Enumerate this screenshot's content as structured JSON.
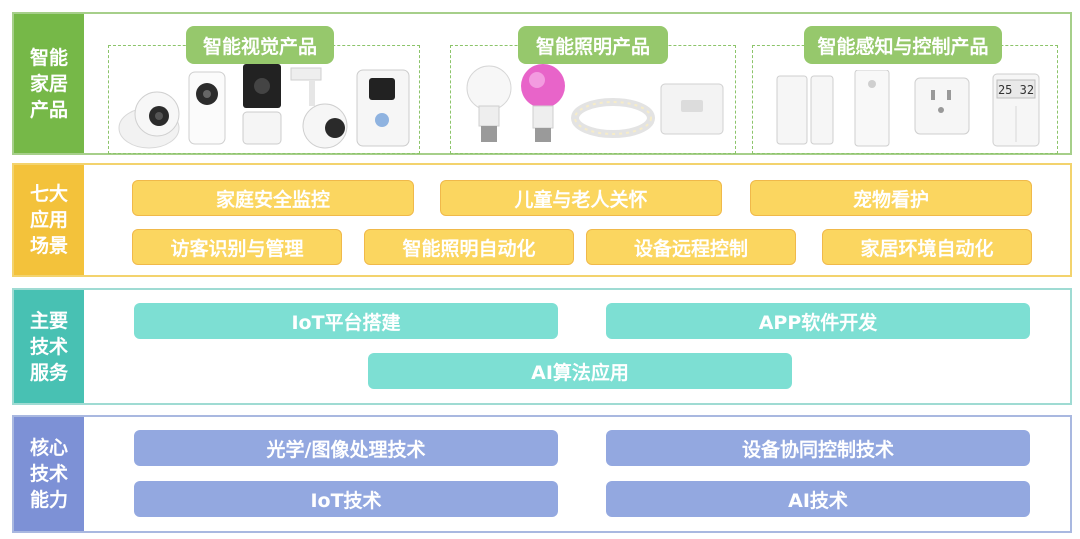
{
  "rows": {
    "products": {
      "label": "智能家居产品",
      "groups": [
        {
          "title": "智能视觉产品",
          "items": [
            "camera-icon",
            "camera-icon",
            "camera-icon",
            "camera-icon",
            "doorbell-icon"
          ]
        },
        {
          "title": "智能照明产品",
          "items": [
            "bulb-icon",
            "bulb-icon",
            "light-strip-icon",
            "light-panel-icon"
          ]
        },
        {
          "title": "智能感知与控制产品",
          "items": [
            "door-sensor-icon",
            "motion-sensor-icon",
            "smart-plug-icon",
            "thermostat-icon"
          ]
        }
      ],
      "thermostat_display": "25 32"
    },
    "scenarios": {
      "label": "七大应用场景",
      "items": [
        "家庭安全监控",
        "儿童与老人关怀",
        "宠物看护",
        "访客识别与管理",
        "智能照明自动化",
        "设备远程控制",
        "家居环境自动化"
      ]
    },
    "services": {
      "label": "主要技术服务",
      "items": [
        "IoT平台搭建",
        "APP软件开发",
        "AI算法应用"
      ]
    },
    "core": {
      "label": "核心技术能力",
      "items": [
        "光学/图像处理技术",
        "设备协同控制技术",
        "IoT技术",
        "AI技术"
      ]
    }
  },
  "colors": {
    "products": "#76b848",
    "scenarios": "#f3c23b",
    "services": "#48c1b3",
    "core": "#7d91d6"
  }
}
